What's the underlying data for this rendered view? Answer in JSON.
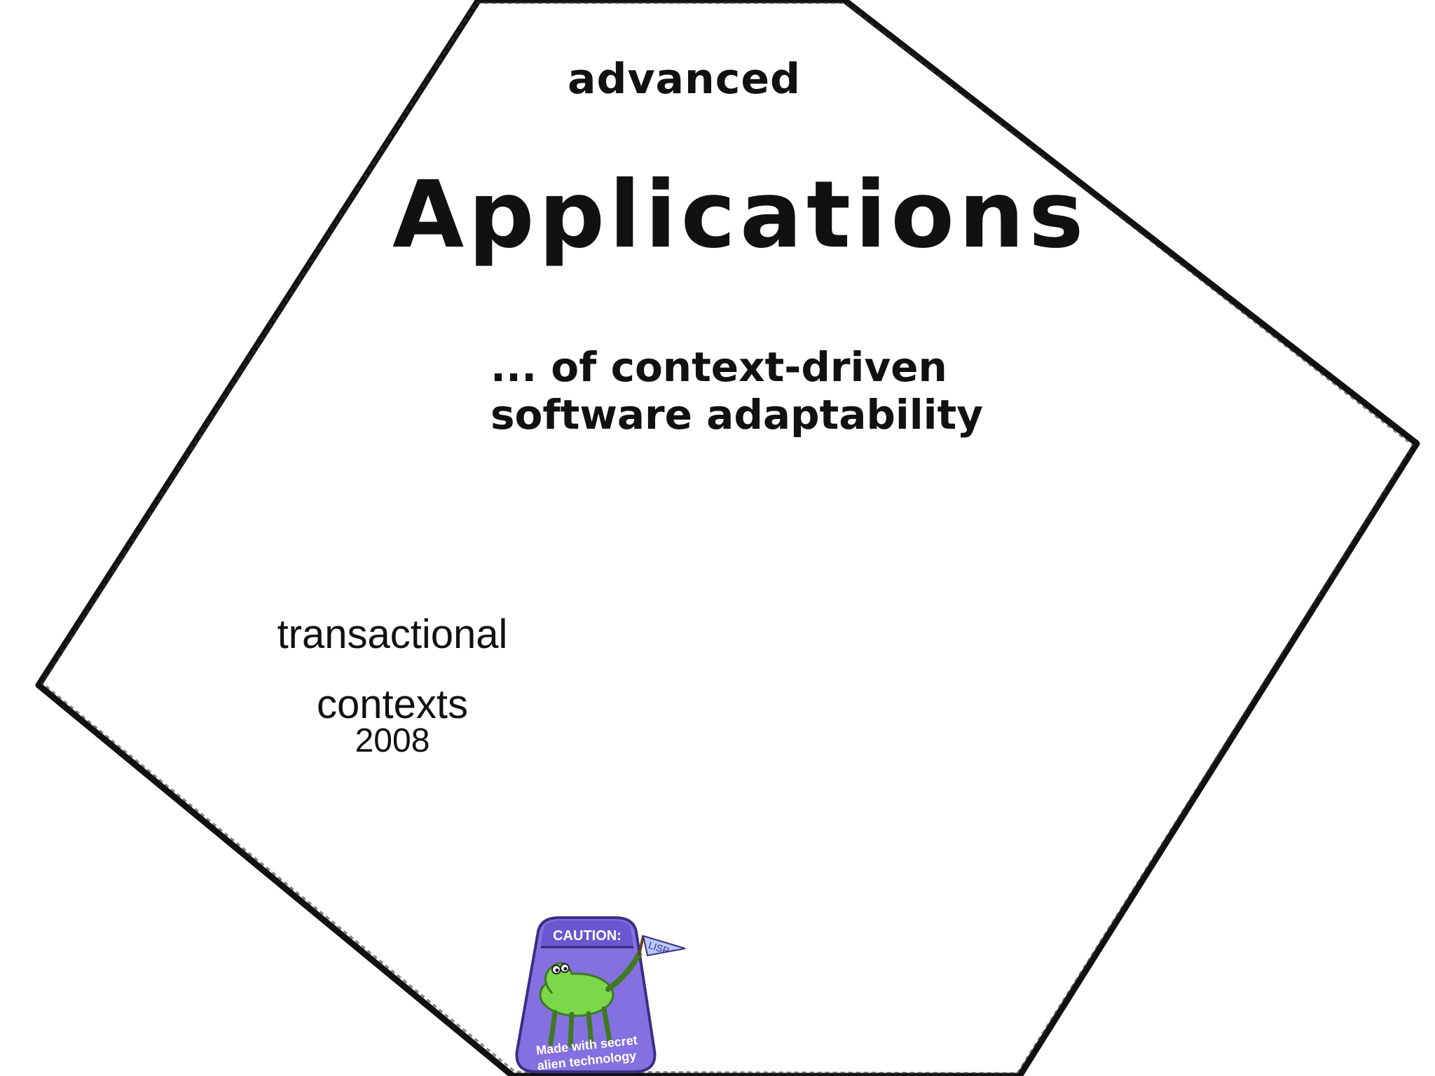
{
  "slide": {
    "kicker": "advanced",
    "title": "Applications",
    "subtitle_line1": "... of context-driven",
    "subtitle_line2": "software adaptability",
    "item_line1": "transactional",
    "item_line2": "contexts",
    "item_year": "2008"
  },
  "badge": {
    "top_text": "CAUTION:",
    "flag_text": "LISP",
    "bottom_line1": "Made with secret",
    "bottom_line2": "alien technology",
    "icon": "lisp-alien-badge-icon"
  },
  "colors": {
    "background": "#ffffff",
    "outline": "#111111",
    "badge_purple": "#8470e0",
    "alien_green": "#7ad84a"
  }
}
